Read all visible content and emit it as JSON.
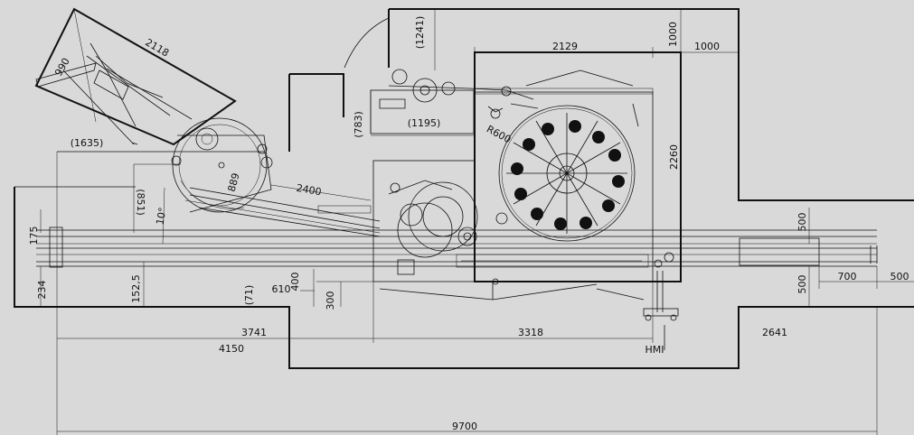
{
  "dimensions": {
    "d2118": "2118",
    "d990": "990",
    "d1635": "(1635)",
    "d1241": "(1241)",
    "d1000v": "1000",
    "d1000h": "1000",
    "d2129": "2129",
    "d783": "(783)",
    "d1195": "(1195)",
    "dR600": "R600",
    "d2260": "2260",
    "d889": "889",
    "d851": "(851)",
    "d10deg": "10°",
    "d2400": "2400",
    "d175": "175",
    "d234": "234",
    "d152_5": "152,5",
    "d71": "(71)",
    "d610": "610",
    "d400": "400",
    "d300": "300",
    "d500a": "500",
    "d500b": "500",
    "d700": "700",
    "d500c": "500",
    "d3741": "3741",
    "d4150": "4150",
    "d3318": "3318",
    "d2641": "2641",
    "d9700": "9700"
  },
  "labels": {
    "hmi": "HMI"
  }
}
